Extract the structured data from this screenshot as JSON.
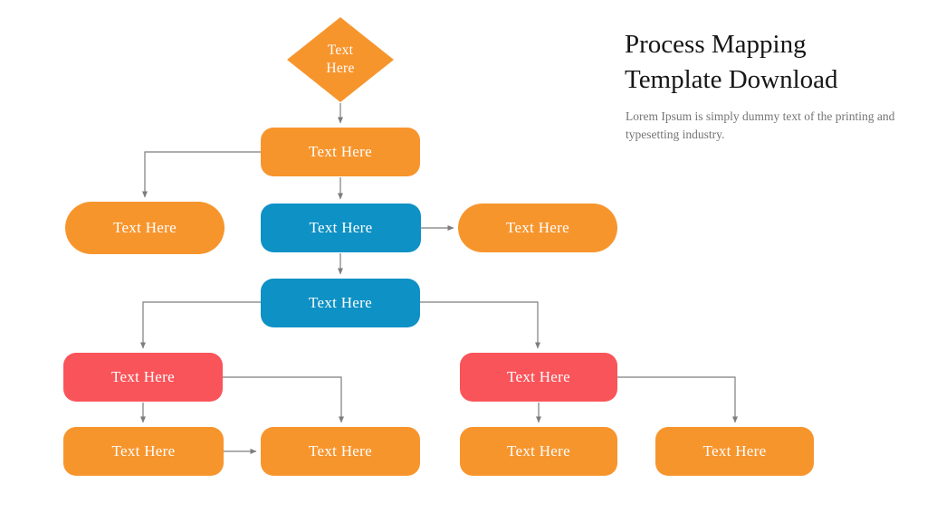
{
  "theme": {
    "background": "#FFFFFF",
    "orange": "#F7952D",
    "blue": "#0E91C5",
    "red": "#F9545A",
    "connector": "#7D7D7D",
    "node-text": "#FFFFFF",
    "title-text": "#161616",
    "subtitle-text": "#757575"
  },
  "header": {
    "title": "Process Mapping Template Download",
    "subtitle": "Lorem Ipsum is simply dummy text of the printing and typesetting industry."
  },
  "diagram": {
    "nodes": [
      {
        "id": "decision-top",
        "shape": "diamond",
        "color": "orange",
        "label": "Text Here"
      },
      {
        "id": "process-1",
        "shape": "rounded-rect",
        "color": "orange",
        "label": "Text Here"
      },
      {
        "id": "terminator-left",
        "shape": "pill",
        "color": "orange",
        "label": "Text Here"
      },
      {
        "id": "process-2",
        "shape": "rounded-rect",
        "color": "blue",
        "label": "Text Here"
      },
      {
        "id": "terminator-right",
        "shape": "pill",
        "color": "orange",
        "label": "Text Here"
      },
      {
        "id": "process-3",
        "shape": "rounded-rect",
        "color": "blue",
        "label": "Text Here"
      },
      {
        "id": "process-4-left",
        "shape": "rounded-rect",
        "color": "red",
        "label": "Text Here"
      },
      {
        "id": "process-4-right",
        "shape": "rounded-rect",
        "color": "red",
        "label": "Text Here"
      },
      {
        "id": "process-5-left-a",
        "shape": "rounded-rect",
        "color": "orange",
        "label": "Text Here"
      },
      {
        "id": "process-5-left-b",
        "shape": "rounded-rect",
        "color": "orange",
        "label": "Text Here"
      },
      {
        "id": "process-5-right-a",
        "shape": "rounded-rect",
        "color": "orange",
        "label": "Text Here"
      },
      {
        "id": "process-5-right-b",
        "shape": "rounded-rect",
        "color": "orange",
        "label": "Text Here"
      }
    ],
    "edges": [
      {
        "from": "decision-top",
        "to": "process-1"
      },
      {
        "from": "process-1",
        "to": "terminator-left"
      },
      {
        "from": "process-1",
        "to": "process-2"
      },
      {
        "from": "process-2",
        "to": "terminator-right"
      },
      {
        "from": "process-2",
        "to": "process-3"
      },
      {
        "from": "process-3",
        "to": "process-4-left"
      },
      {
        "from": "process-3",
        "to": "process-4-right"
      },
      {
        "from": "process-4-left",
        "to": "process-5-left-a"
      },
      {
        "from": "process-4-left",
        "to": "process-5-left-b"
      },
      {
        "from": "process-5-left-a",
        "to": "process-5-left-b"
      },
      {
        "from": "process-4-right",
        "to": "process-5-right-a"
      },
      {
        "from": "process-4-right",
        "to": "process-5-right-b"
      }
    ]
  }
}
